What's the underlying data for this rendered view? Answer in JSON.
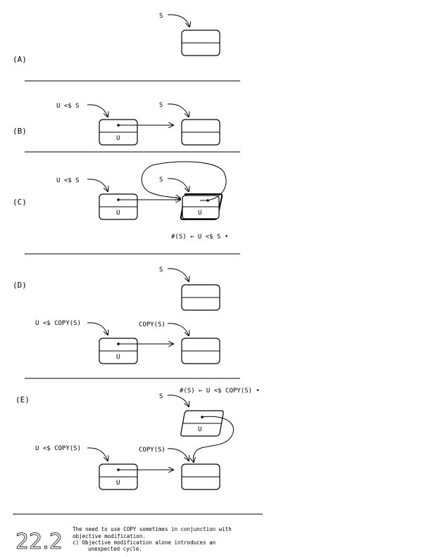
{
  "panels": [
    {
      "label": "(A)"
    },
    {
      "label": "(B)",
      "var_u": "U <$ S",
      "var_s": "S",
      "cell_u": "U"
    },
    {
      "label": "(C)",
      "var_u": "U <$ S",
      "var_s": "S",
      "cell_u_left": "U",
      "cell_u_right": "U",
      "assign": "#(S) ←  U <$ S •"
    },
    {
      "label": "(D)",
      "var_s": "S",
      "var_u": "U <$ COPY(S)",
      "var_copy": "COPY(S)",
      "cell_u": "U"
    },
    {
      "label": "(E)",
      "assign": "#(S) ←  U <$ COPY(S) •",
      "var_s": "S",
      "cell_u_top": "U",
      "var_u": "U <$ COPY(S)",
      "var_copy": "COPY(S)",
      "cell_u": "U"
    }
  ],
  "panel_a_var": "S",
  "figure": {
    "number": "22.2",
    "caption_line1": "The need to use COPY sometimes in conjunction with",
    "caption_line2": "objective modification.",
    "caption_line3": "c)  Objective modification alone introduces an",
    "caption_line4": "unexpected cycle."
  }
}
